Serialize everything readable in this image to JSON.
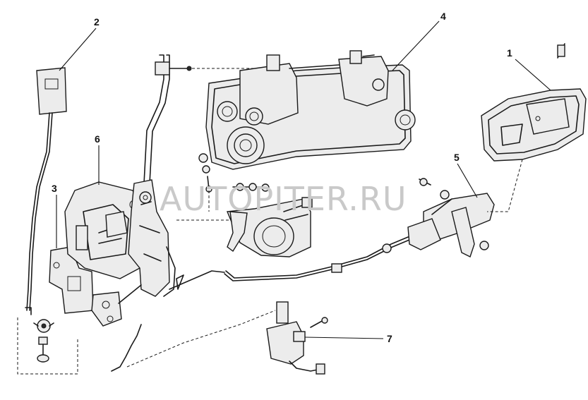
{
  "watermark": {
    "text": "AUTOPITER.RU",
    "color": "#c9c9c9"
  },
  "callouts": [
    {
      "id": "callout-1",
      "label": "1"
    },
    {
      "id": "callout-2",
      "label": "2"
    },
    {
      "id": "callout-3",
      "label": "3"
    },
    {
      "id": "callout-4",
      "label": "4"
    },
    {
      "id": "callout-5",
      "label": "5"
    },
    {
      "id": "callout-6",
      "label": "6"
    },
    {
      "id": "callout-7",
      "label": "7"
    }
  ],
  "colors": {
    "line": "#1a1a1a",
    "background": "#ffffff"
  }
}
